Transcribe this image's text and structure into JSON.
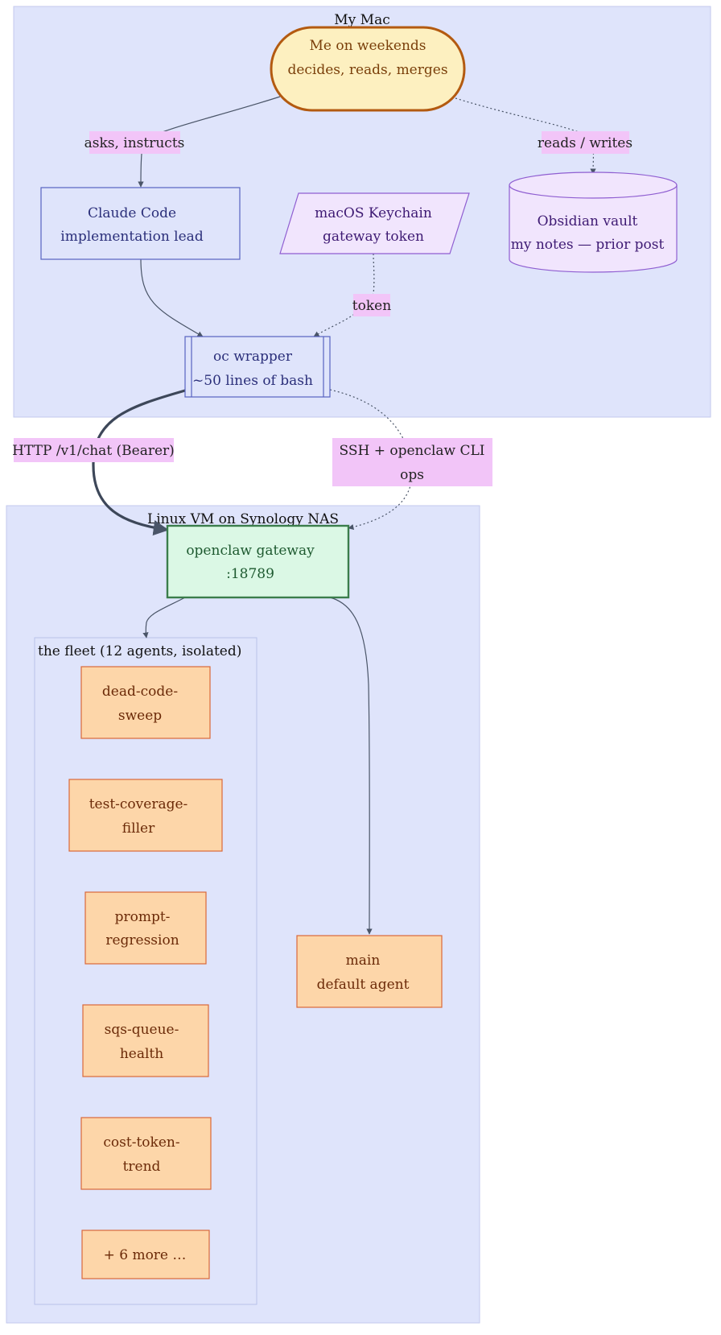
{
  "clusters": {
    "mac": {
      "title": "My Mac"
    },
    "vm": {
      "title": "Linux VM on Synology NAS"
    },
    "fleet": {
      "title": "the fleet (12 agents, isolated)"
    }
  },
  "nodes": {
    "me": {
      "line1": "Me on weekends",
      "line2": "decides, reads, merges"
    },
    "claude": {
      "line1": "Claude Code",
      "line2": "implementation lead"
    },
    "keychain": {
      "line1": "macOS Keychain",
      "line2": "gateway token"
    },
    "obsidian": {
      "line1": "Obsidian vault",
      "line2": "my notes — prior post"
    },
    "wrapper": {
      "line1": "oc wrapper",
      "line2": "~50 lines of bash"
    },
    "gateway": {
      "line1": "openclaw gateway",
      "line2": ":18789"
    },
    "main": {
      "line1": "main",
      "line2": "default agent"
    },
    "agents": [
      {
        "line1": "dead-code-",
        "line2": "sweep"
      },
      {
        "line1": "test-coverage-",
        "line2": "filler"
      },
      {
        "line1": "prompt-",
        "line2": "regression"
      },
      {
        "line1": "sqs-queue-",
        "line2": "health"
      },
      {
        "line1": "cost-token-",
        "line2": "trend"
      },
      {
        "line1": "+ 6 more …"
      }
    ]
  },
  "edges": {
    "asks": "asks, instructs",
    "reads": "reads / writes",
    "token": "token",
    "http": "HTTP /v1/chat (Bearer)",
    "ssh_line1": "SSH + openclaw CLI",
    "ssh_line2": "ops"
  },
  "colors": {
    "cluster_fill": "#dfe4fb",
    "cluster_stroke": "#c3c9ee",
    "label_bg": "#f2c5f8",
    "me_fill": "#fdf0c0",
    "me_stroke": "#b35a10",
    "agent_fill": "#fdd6a9",
    "agent_stroke": "#d9683a",
    "gateway_fill": "#dbf8e5",
    "gateway_stroke": "#3b7d4b",
    "purple_fill": "#f1e5fd",
    "purple_stroke": "#8f5ed1",
    "blue_stroke": "#5762c0",
    "edge": "#4a5568"
  }
}
